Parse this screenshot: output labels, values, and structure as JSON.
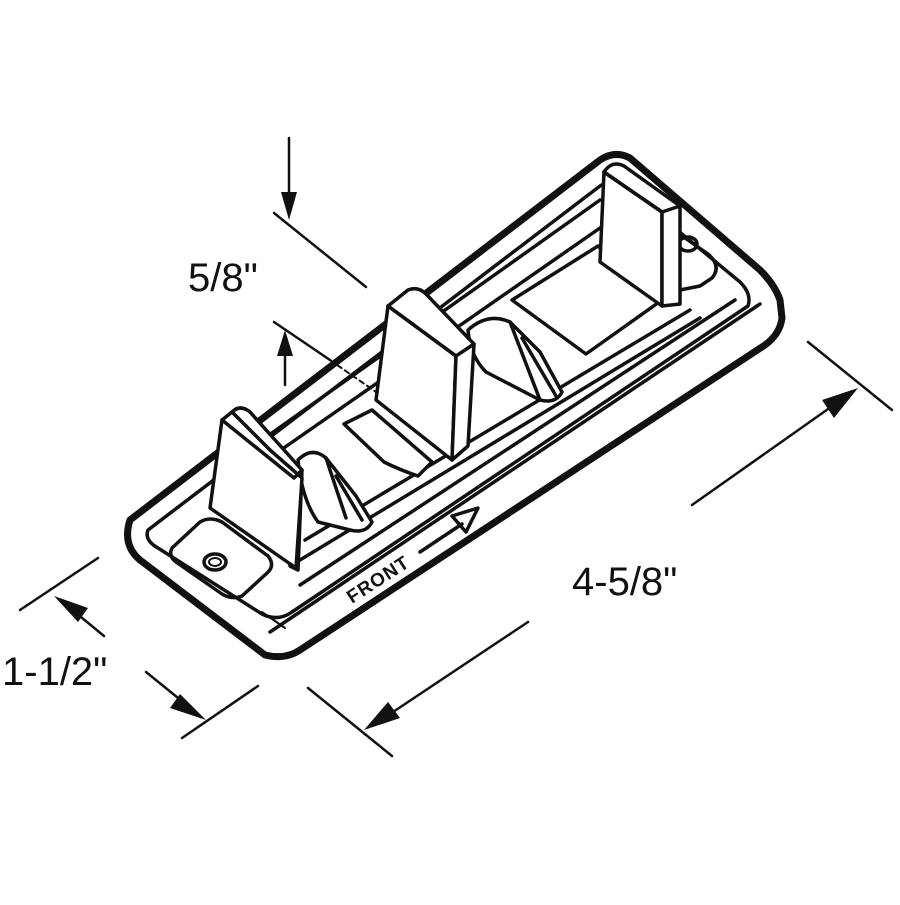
{
  "dimensions": {
    "height_label": "5/8\"",
    "length_label": "4-5/8\"",
    "width_label": "1-1/2\""
  },
  "part": {
    "direction_marking": "FRONT"
  }
}
